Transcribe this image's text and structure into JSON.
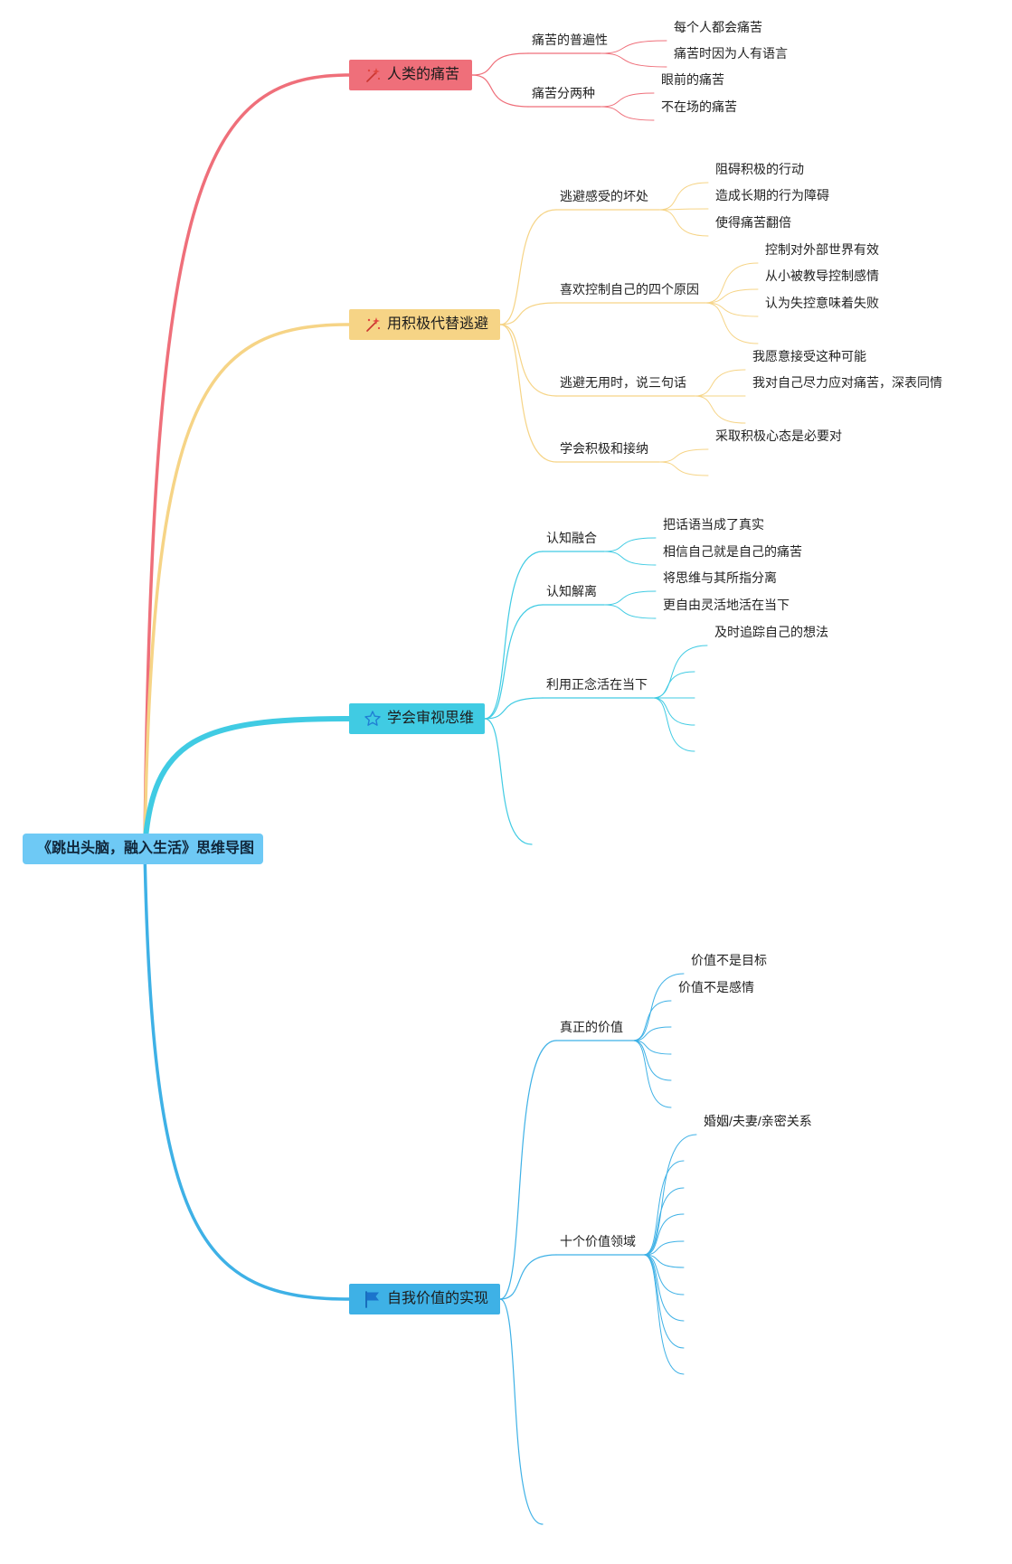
{
  "root": {
    "label": "《跳出头脑，融入生活》思维导图"
  },
  "colors": {
    "pain": "#ef6f7a",
    "active": "#f6d486",
    "thinking": "#40cbe3",
    "value": "#3eb1e6",
    "root": "#6ec9f5"
  },
  "branches": [
    {
      "label": "人类的痛苦",
      "icon": "magic-wand-icon",
      "subs": [
        {
          "label": "痛苦的普遍性",
          "leaves": [
            "每个人都会痛苦",
            "痛苦时因为人有语言"
          ]
        },
        {
          "label": "痛苦分两种",
          "leaves": [
            "眼前的痛苦",
            "不在场的痛苦"
          ]
        }
      ]
    },
    {
      "label": "用积极代替逃避",
      "icon": "magic-wand-icon",
      "subs": [
        {
          "label": "逃避感受的坏处",
          "leaves": [
            "阻碍积极的行动",
            "造成长期的行为障碍",
            "使得痛苦翻倍"
          ]
        },
        {
          "label": "喜欢控制自己的四个原因",
          "leaves": [
            "控制对外部世界有效",
            "从小被教导控制感情",
            "认为失控意味着失败",
            ""
          ]
        },
        {
          "label": "逃避无用时，说三句话",
          "leaves": [
            "我愿意接受这种可能",
            "我对自己尽力应对痛苦，深表同情",
            ""
          ]
        },
        {
          "label": "学会积极和接纳",
          "leaves": [
            "采取积极心态是必要对",
            ""
          ]
        }
      ]
    },
    {
      "label": "学会审视思维",
      "icon": "star-icon",
      "subs": [
        {
          "label": "认知融合",
          "leaves": [
            "把话语当成了真实",
            "相信自己就是自己的痛苦"
          ]
        },
        {
          "label": "认知解离",
          "leaves": [
            "将思维与其所指分离",
            "更自由灵活地活在当下"
          ]
        },
        {
          "label": "利用正念活在当下",
          "leaves": [
            "及时追踪自己的想法",
            "",
            "",
            "",
            ""
          ]
        },
        {
          "label": "",
          "leaves": []
        }
      ]
    },
    {
      "label": "自我价值的实现",
      "icon": "flag-icon",
      "subs": [
        {
          "label": "真正的价值",
          "leaves": [
            "价值不是目标",
            "价值不是感情",
            "",
            "",
            "",
            ""
          ]
        },
        {
          "label": "十个价值领域",
          "leaves": [
            "婚姻/夫妻/亲密关系",
            "",
            "",
            "",
            "",
            "",
            "",
            "",
            "",
            ""
          ]
        },
        {
          "label": "",
          "leaves": []
        }
      ]
    }
  ]
}
